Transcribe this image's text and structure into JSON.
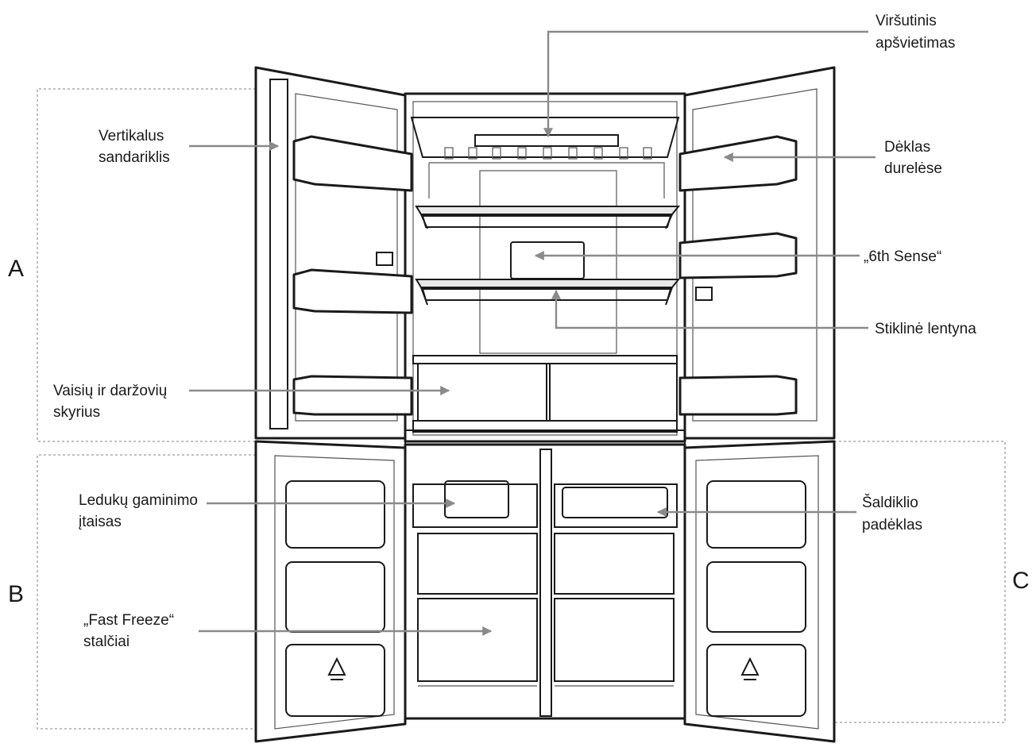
{
  "zones": {
    "a": "A",
    "b": "B",
    "c": "C"
  },
  "labels": {
    "top_light": [
      "Viršutinis",
      "apšvietimas"
    ],
    "vertical_seal": [
      "Vertikalus",
      "sandariklis"
    ],
    "door_bin": [
      "Dėklas",
      "durelėse"
    ],
    "sixth_sense": [
      "„6th Sense“"
    ],
    "glass_shelf": [
      "Stiklinė lentyna"
    ],
    "crisper": [
      "Vaisių ir daržovių",
      "skyrius"
    ],
    "ice_maker": [
      "Ledukų gaminimo",
      "įtaisas"
    ],
    "freezer_tray": [
      "Šaldiklio",
      "padėklas"
    ],
    "fast_freeze": [
      "„Fast Freeze“",
      "stalčiai"
    ]
  },
  "colors": {
    "line": "#1a1a1a",
    "arrow": "#8a8a8a",
    "dashed_box": "#9a9a9a"
  },
  "icons": {
    "recycle": "recycle-icon"
  }
}
